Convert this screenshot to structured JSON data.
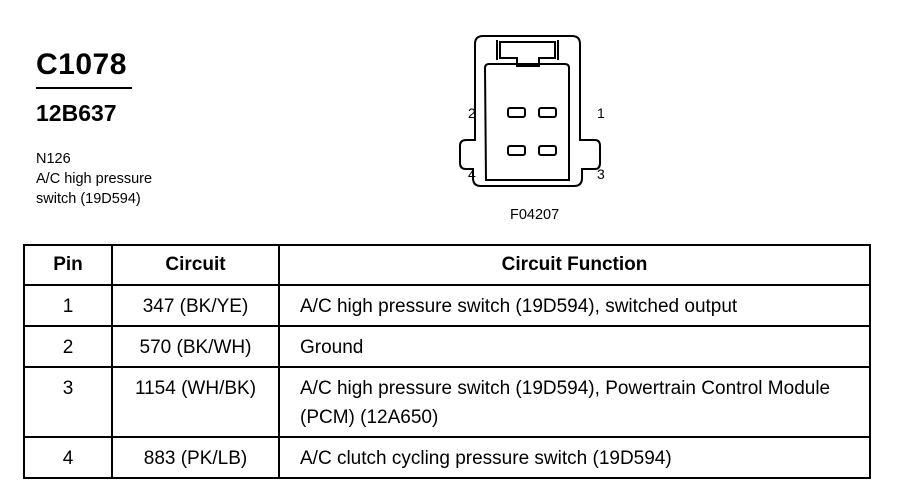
{
  "connector": {
    "id": "C1078",
    "part_number": "12B637",
    "description_lines": [
      "N126",
      "A/C high pressure",
      "switch (19D594)"
    ]
  },
  "diagram": {
    "pin_labels": {
      "p1": "1",
      "p2": "2",
      "p3": "3",
      "p4": "4"
    },
    "figure_id": "F04207"
  },
  "table": {
    "headers": {
      "pin": "Pin",
      "circuit": "Circuit",
      "function": "Circuit Function"
    },
    "rows": [
      {
        "pin": "1",
        "circuit": "347 (BK/YE)",
        "function": "A/C high pressure switch (19D594), switched output"
      },
      {
        "pin": "2",
        "circuit": "570 (BK/WH)",
        "function": "Ground"
      },
      {
        "pin": "3",
        "circuit": "1154 (WH/BK)",
        "function": "A/C high pressure switch (19D594), Powertrain Control Module (PCM) (12A650)"
      },
      {
        "pin": "4",
        "circuit": "883 (PK/LB)",
        "function": "A/C clutch cycling pressure switch (19D594)"
      }
    ]
  }
}
